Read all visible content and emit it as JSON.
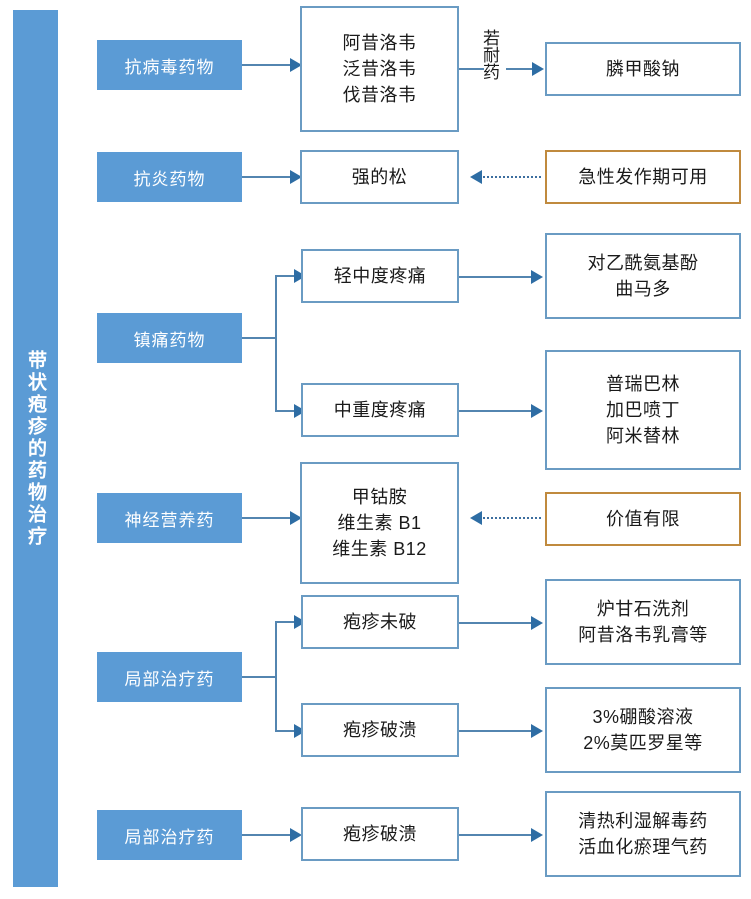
{
  "title": {
    "vertical_label": "带状疱疹的药物治疗"
  },
  "colors": {
    "accent_blue": "#5B9BD5",
    "box_border_blue": "#6A9BC3",
    "note_border_orange": "#C08A3E",
    "connector_blue": "#5385B0",
    "arrow_blue": "#2E6DA4"
  },
  "rows": {
    "antiviral": {
      "category": "抗病毒药物",
      "drugs": [
        "阿昔洛韦",
        "泛昔洛韦",
        "伐昔洛韦"
      ],
      "edge_label": "若耐药",
      "resistant_drug": "膦甲酸钠"
    },
    "antiinflammatory": {
      "category": "抗炎药物",
      "drug": "强的松",
      "note": "急性发作期可用"
    },
    "analgesic": {
      "category": "镇痛药物",
      "branches": [
        {
          "level": "轻中度疼痛",
          "drugs": [
            "对乙酰氨基酚",
            "曲马多"
          ]
        },
        {
          "level": "中重度疼痛",
          "drugs": [
            "普瑞巴林",
            "加巴喷丁",
            "阿米替林"
          ]
        }
      ]
    },
    "neurotrophic": {
      "category": "神经营养药",
      "drugs": [
        "甲钴胺",
        "维生素 B1",
        "维生素 B12"
      ],
      "note": "价值有限"
    },
    "topical": {
      "category": "局部治疗药",
      "branches": [
        {
          "level": "疱疹未破",
          "drugs": [
            "炉甘石洗剂",
            "阿昔洛韦乳膏等"
          ]
        },
        {
          "level": "疱疹破溃",
          "drugs": [
            "3%硼酸溶液",
            "2%莫匹罗星等"
          ]
        }
      ]
    },
    "tcm": {
      "category": "局部治疗药",
      "level": "疱疹破溃",
      "drugs": [
        "清热利湿解毒药",
        "活血化瘀理气药"
      ]
    }
  }
}
